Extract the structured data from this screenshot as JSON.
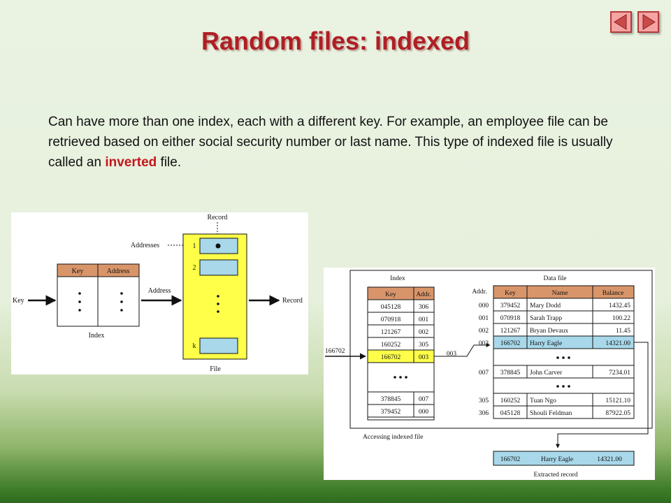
{
  "title": "Random files: indexed",
  "nav": {
    "prev_icon": "left-triangle-icon",
    "next_icon": "right-triangle-icon",
    "accent": "#f6a3a3",
    "border": "#b23a3a"
  },
  "body": {
    "before": "Can have more than one index, each with a different key. For example, an employee file can be retrieved based on either social security number or last name. This type of indexed file is usually called an ",
    "highlight": "inverted",
    "after": " file."
  },
  "diagram1": {
    "record_label": "Record",
    "addresses_label": "Addresses",
    "slot_numbers": [
      "1",
      "2",
      "k"
    ],
    "index_headers": [
      "Key",
      "Address"
    ],
    "index_label": "Index",
    "key_label": "Key",
    "address_label": "Address",
    "output_label": "Record",
    "file_label": "File",
    "colors": {
      "file": "#ffff4a",
      "slot": "#a8d8ea",
      "header": "#d9956a"
    }
  },
  "diagram2": {
    "index_title": "Index",
    "datafile_title": "Data file",
    "index_headers": [
      "Key",
      "Addr."
    ],
    "index_rows_top": [
      [
        "045128",
        "306"
      ],
      [
        "070918",
        "001"
      ],
      [
        "121267",
        "002"
      ],
      [
        "160252",
        "305"
      ],
      [
        "166702",
        "003"
      ]
    ],
    "index_rows_bottom": [
      [
        "378845",
        "007"
      ],
      [
        "379452",
        "000"
      ]
    ],
    "addr_header": "Addr.",
    "data_headers": [
      "Key",
      "Name",
      "Balance"
    ],
    "data_rows": [
      {
        "addr": "000",
        "key": "379452",
        "name": "Mary Dodd",
        "balance": "1432.45"
      },
      {
        "addr": "001",
        "key": "070918",
        "name": "Sarah Trapp",
        "balance": "100.22"
      },
      {
        "addr": "002",
        "key": "121267",
        "name": "Bryan Devaux",
        "balance": "11.45"
      },
      {
        "addr": "003",
        "key": "166702",
        "name": "Harry Eagle",
        "balance": "14321.00"
      },
      {
        "addr": "007",
        "key": "378845",
        "name": "John Carver",
        "balance": "7234.01"
      },
      {
        "addr": "305",
        "key": "160252",
        "name": "Tuan Ngo",
        "balance": "15121.10"
      },
      {
        "addr": "306",
        "key": "045128",
        "name": "Shouli Feldman",
        "balance": "87922.05"
      }
    ],
    "search_key": "166702",
    "pointer_value": "003",
    "caption": "Accessing indexed file",
    "extracted": {
      "key": "166702",
      "name": "Harry Eagle",
      "balance": "14321.00"
    },
    "extracted_label": "Extracted record",
    "colors": {
      "header": "#d9956a",
      "highlight_index": "#ffff4a",
      "highlight_data": "#a8d8ea"
    }
  }
}
